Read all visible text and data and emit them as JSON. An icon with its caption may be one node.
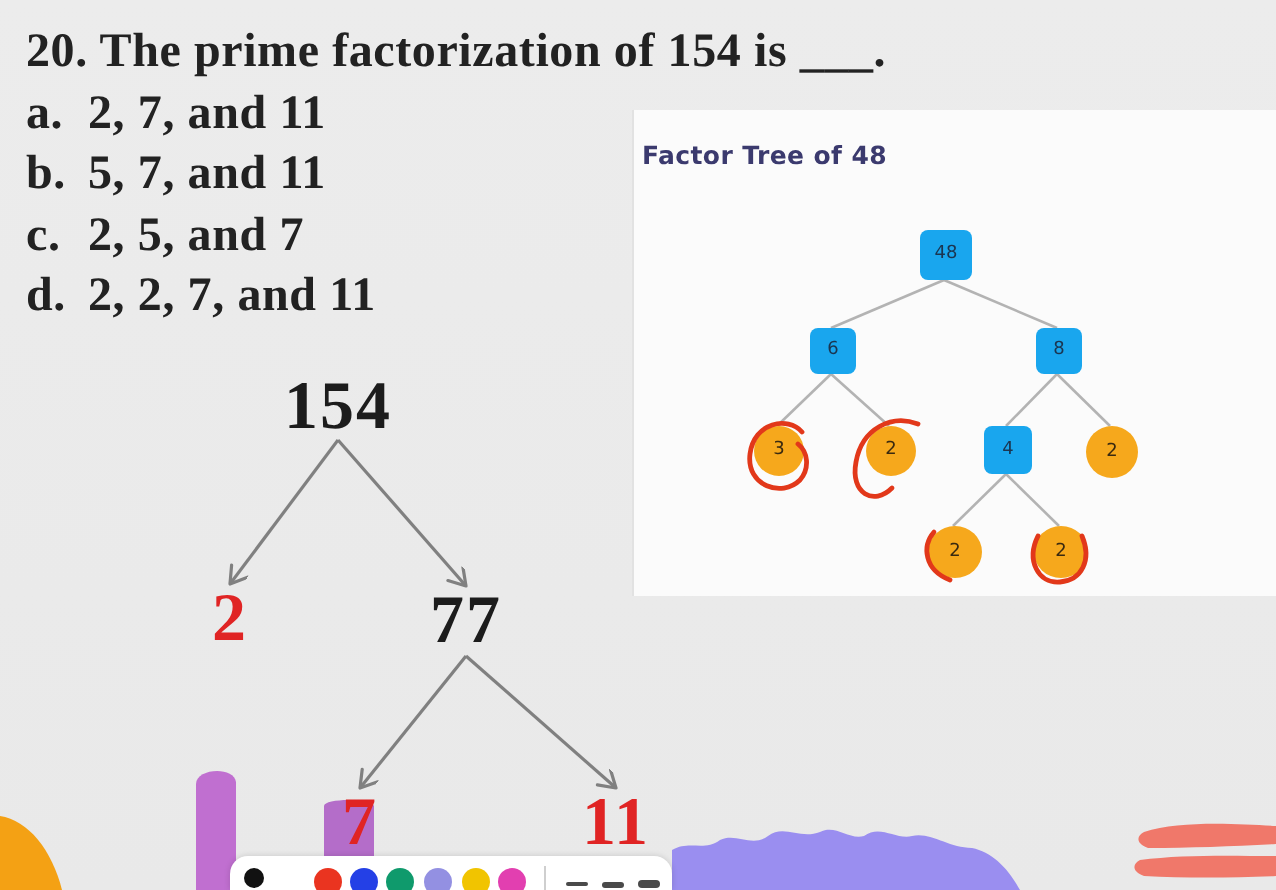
{
  "diagram": {
    "nodes": [
      {
        "text": [
          "154"
        ]
      },
      {
        "text": [
          "2"
        ]
      },
      {
        "text": [
          "77"
        ]
      },
      {
        "text": [
          "7"
        ]
      },
      {
        "text": [
          "11"
        ]
      },
      {
        "text": [
          "Factor Tree of 48"
        ]
      },
      {
        "text": [
          "48"
        ],
        "in": 5
      },
      {
        "text": [
          "6"
        ],
        "in": 5
      },
      {
        "text": [
          "8"
        ],
        "in": 5
      },
      {
        "text": [
          "3"
        ],
        "in": 5
      },
      {
        "text": [
          "2"
        ],
        "in": 5
      },
      {
        "text": [
          "4"
        ],
        "in": 5
      },
      {
        "text": [
          "2"
        ],
        "in": 5
      },
      {
        "text": [
          "2"
        ],
        "in": 5
      },
      {
        "text": [
          "2"
        ],
        "in": 5
      }
    ],
    "edges": [
      {
        "from": 0,
        "to": 1,
        "arrow": "to",
        "color": "#808080"
      },
      {
        "from": 0,
        "to": 2,
        "arrow": "to",
        "color": "#808080"
      },
      {
        "from": 2,
        "to": 3,
        "arrow": "to",
        "color": "#808080"
      },
      {
        "from": 2,
        "to": 4,
        "arrow": "to",
        "color": "#808080"
      },
      {
        "from": 6,
        "to": 7,
        "arrow": "none"
      },
      {
        "from": 6,
        "to": 8,
        "arrow": "none"
      },
      {
        "from": 7,
        "to": 9,
        "arrow": "none"
      },
      {
        "from": 7,
        "to": 10,
        "arrow": "none"
      },
      {
        "from": 8,
        "to": 11,
        "arrow": "none"
      },
      {
        "from": 8,
        "to": 12,
        "arrow": "none"
      },
      {
        "from": 11,
        "to": 13,
        "arrow": "none"
      },
      {
        "from": 11,
        "to": 14,
        "arrow": "none"
      }
    ],
    "labels": [
      "20. The prime factorization of 154 is ___.",
      "a.",
      "2, 7, and 11",
      "b.",
      "5, 7, and 11",
      "c.",
      "2, 5, and 7",
      "d.",
      "2, 2, 7, and 11"
    ]
  }
}
